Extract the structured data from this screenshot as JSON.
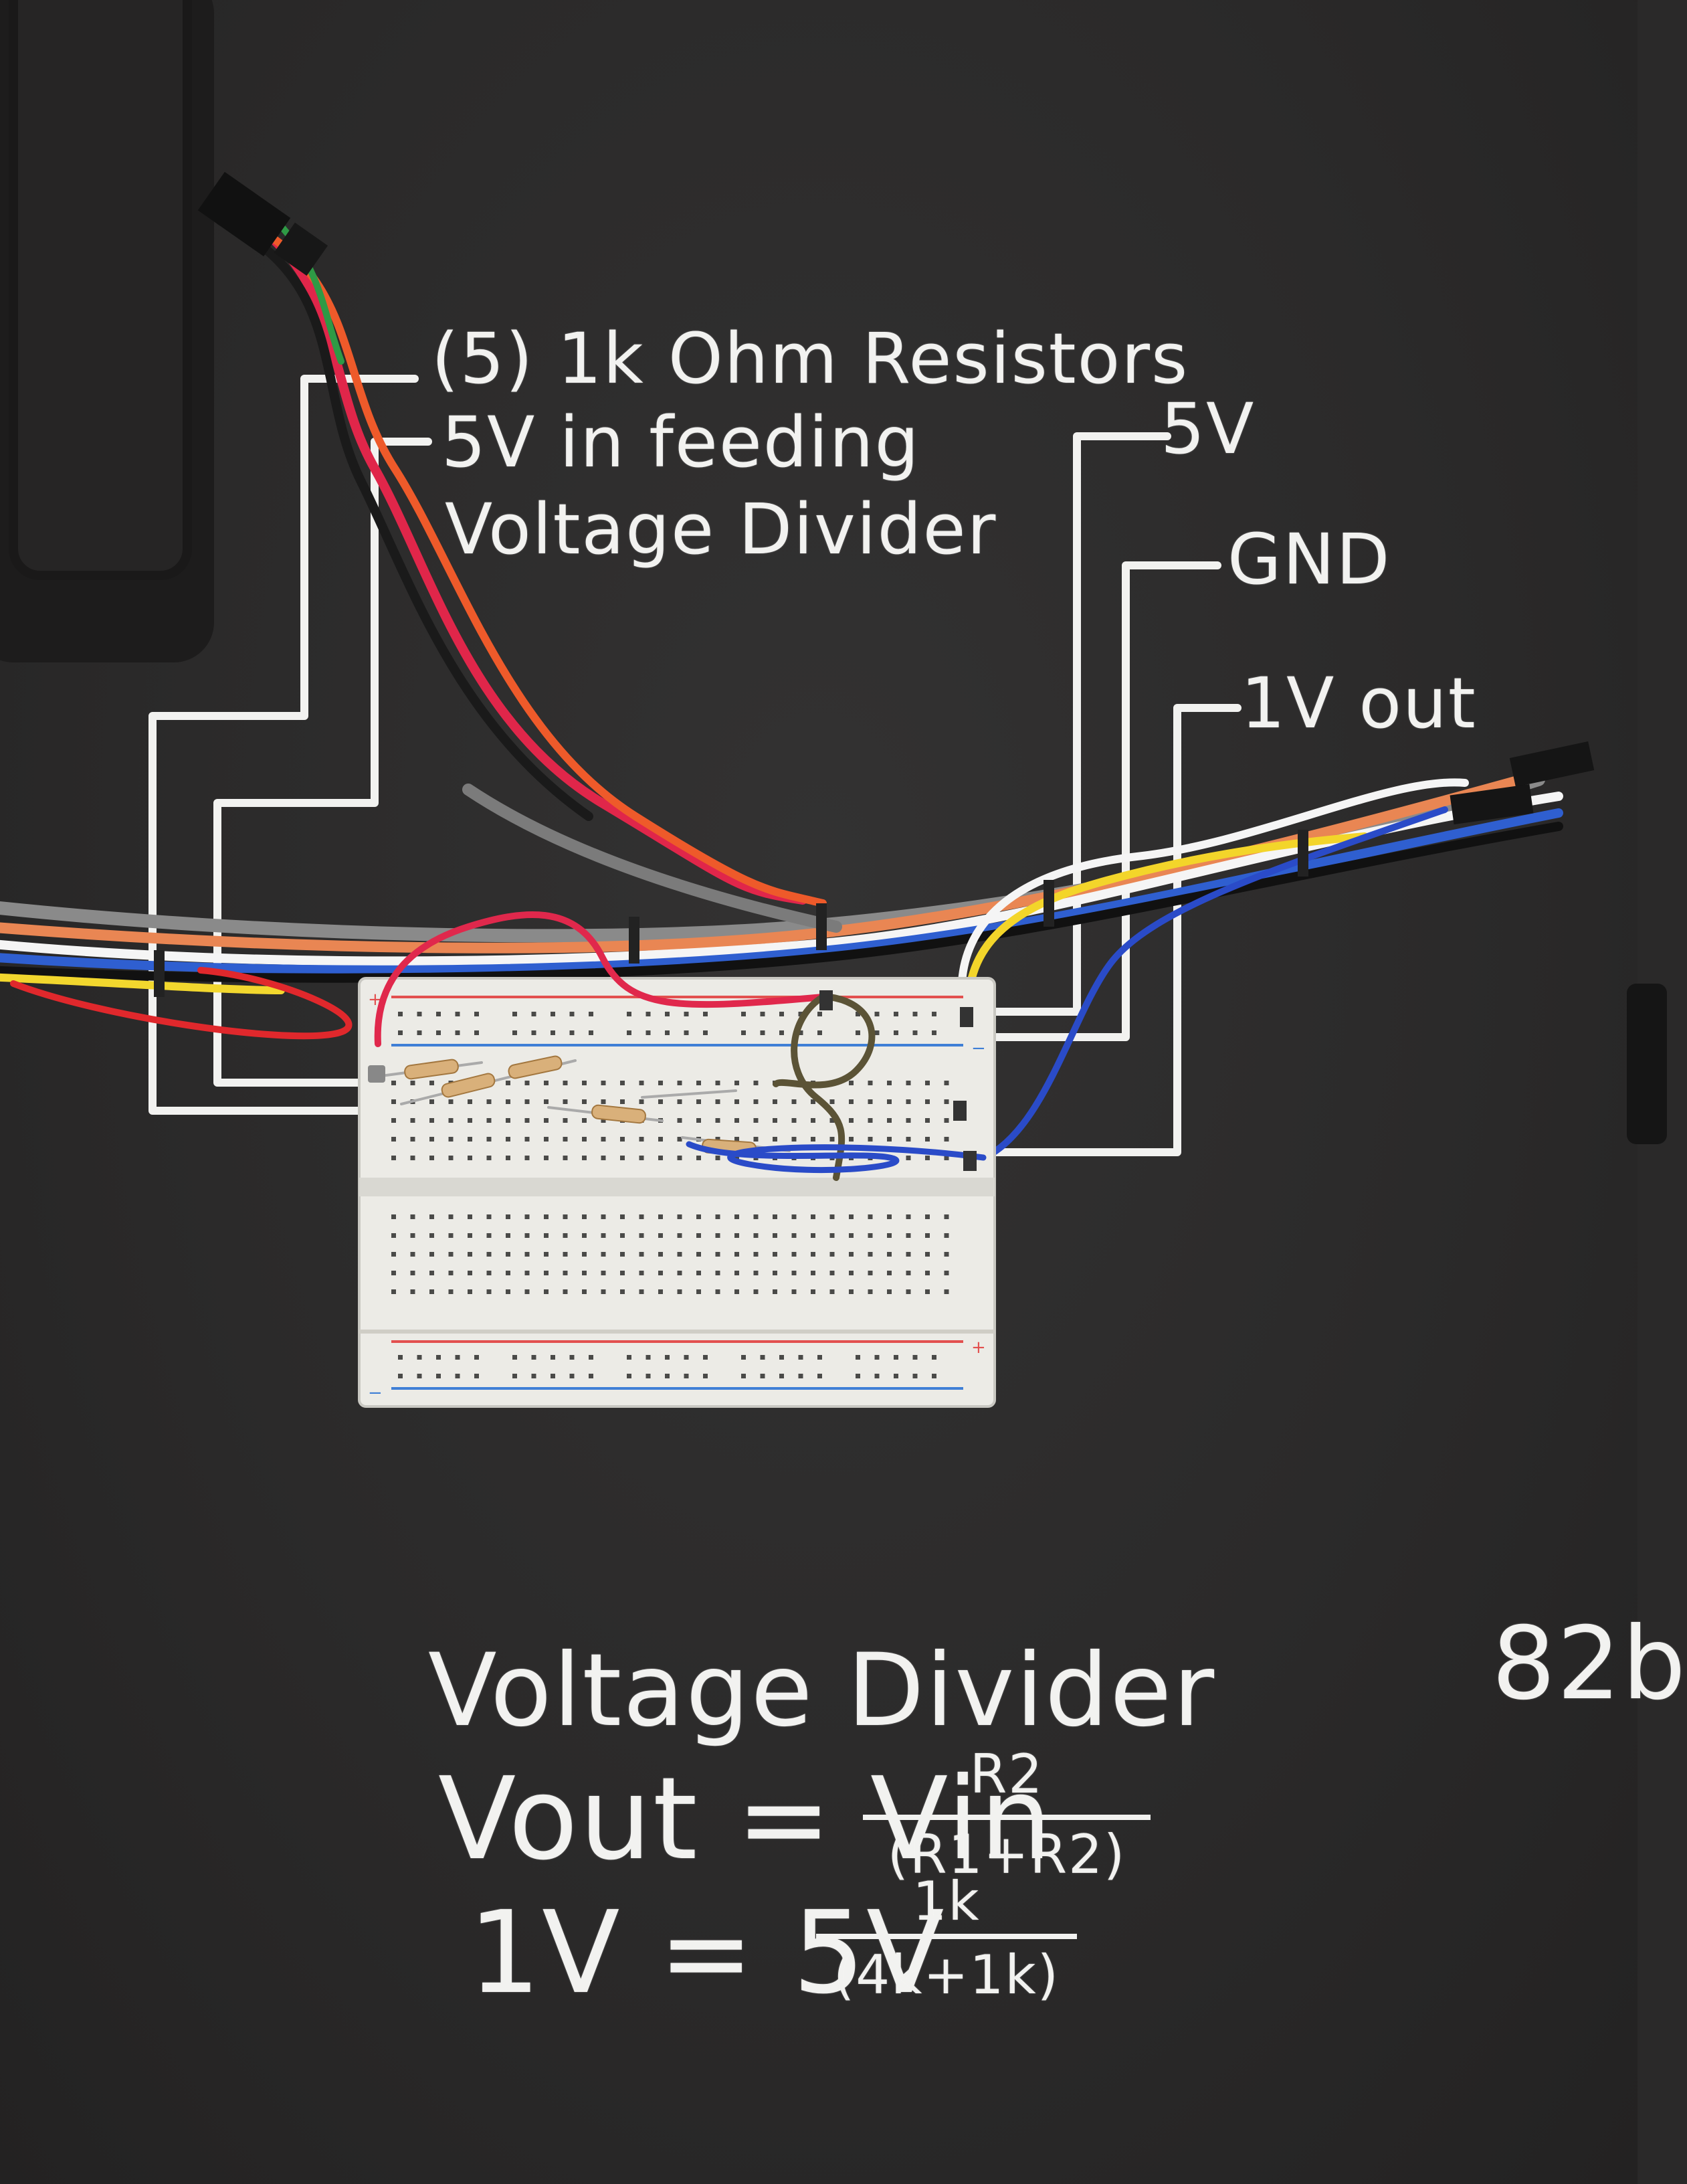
{
  "labels": {
    "resistors": "(5) 1k Ohm Resistors",
    "feed_line1": "5V in feeding",
    "feed_line2": "Voltage Divider",
    "v5": "5V",
    "gnd": "GND",
    "vout": "1V out"
  },
  "notes": {
    "title": "Voltage Divider",
    "eq1_lhs": "Vout = Vin",
    "eq1_num": "R2",
    "eq1_den": "(R1+R2)",
    "eq2_lhs": "1V = 5V",
    "eq2_num": "1k",
    "eq2_den": "(4k+1k)",
    "side_fragment": "82b"
  },
  "colors": {
    "background": "#2a2929",
    "chalk": "#f2f2f0",
    "breadboard": "#ecebe6",
    "rail_red": "#e2504f",
    "rail_blue": "#3f7fd6"
  }
}
